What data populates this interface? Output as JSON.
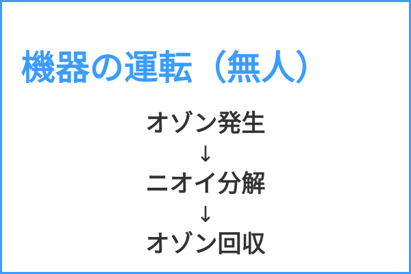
{
  "title": "機器の運転（無人）",
  "colors": {
    "accent": "#3b9cff",
    "text": "#333333",
    "border": "#3b9cff",
    "background": "#ffffff"
  },
  "flow": {
    "steps": [
      {
        "label": "オゾン発生"
      },
      {
        "label": "ニオイ分解"
      },
      {
        "label": "オゾン回収"
      }
    ],
    "arrow": "↓",
    "arrow_icon": "down-arrow-icon"
  }
}
